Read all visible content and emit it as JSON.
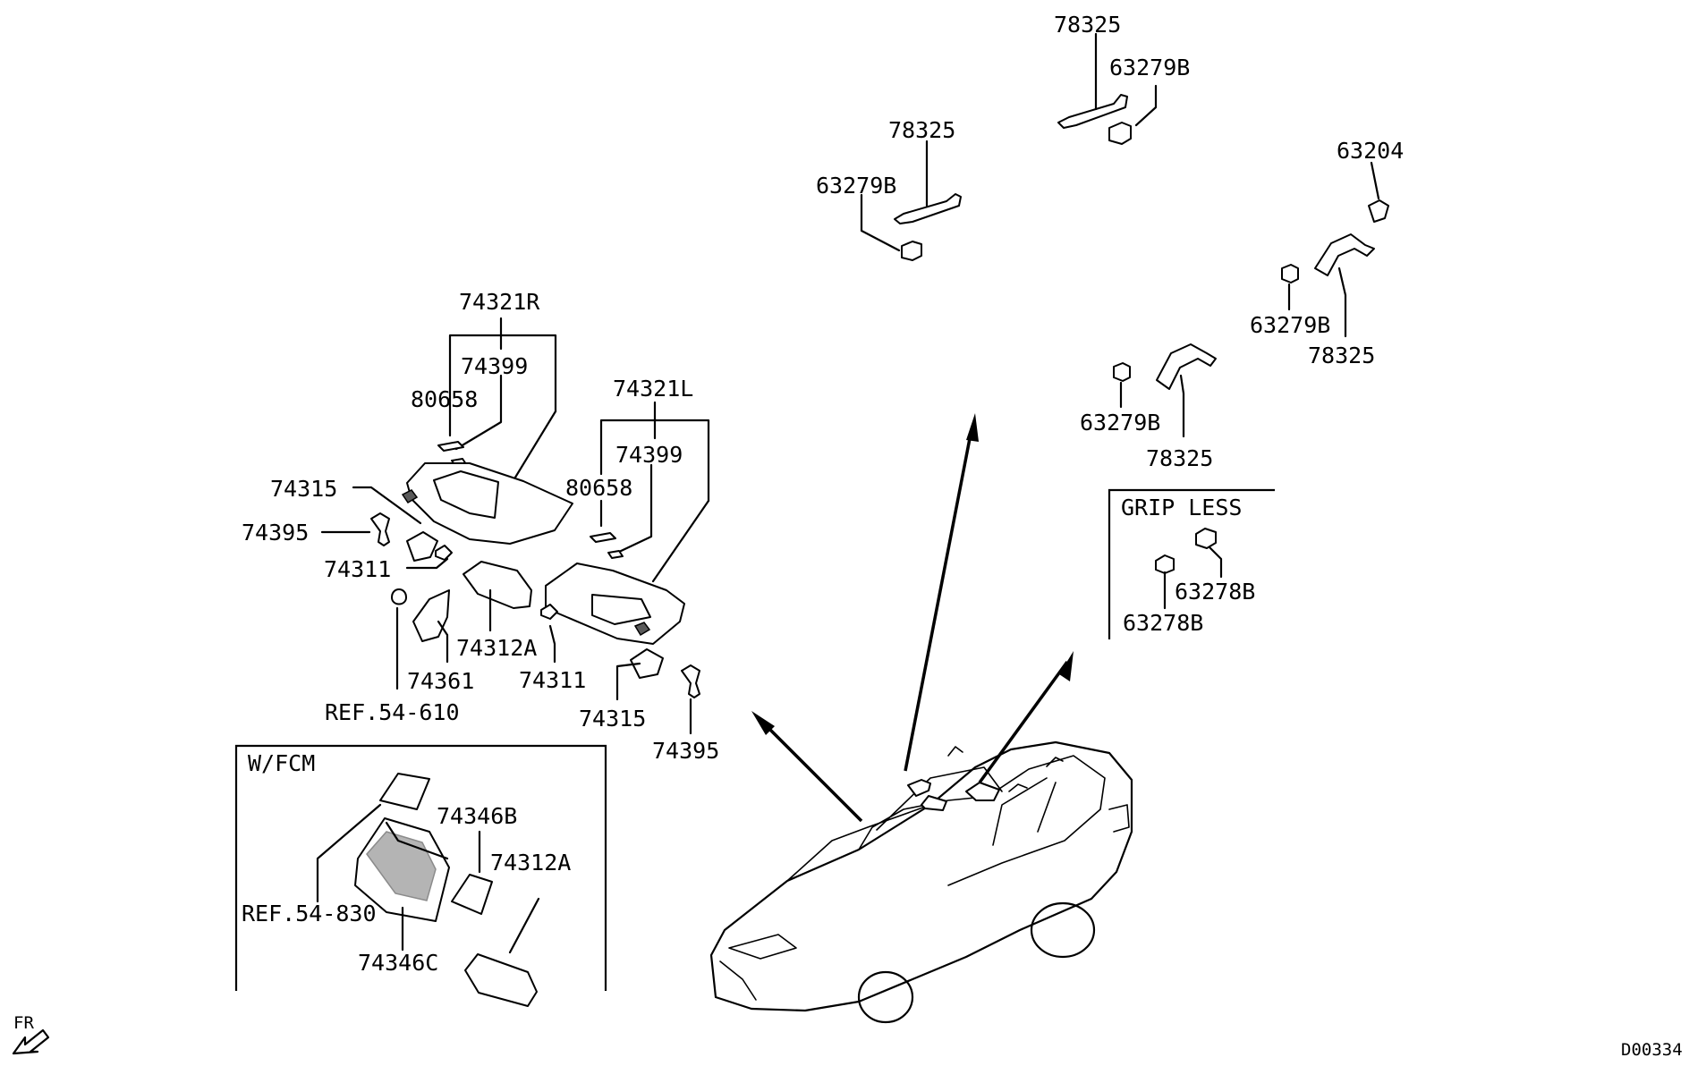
{
  "labels": {
    "p78325_a": "78325",
    "p63279b_a": "63279B",
    "p78325_b": "78325",
    "p63279b_b": "63279B",
    "p63204": "63204",
    "p63279b_c": "63279B",
    "p78325_c": "78325",
    "p63279b_d": "63279B",
    "p78325_d": "78325",
    "p74321r": "74321R",
    "p74399_r": "74399",
    "p80658_r": "80658",
    "p74315_r": "74315",
    "p74395_r": "74395",
    "p74311_r": "74311",
    "p74312a_top": "74312A",
    "p74361": "74361",
    "ref54610": "REF.54-610",
    "p74321l": "74321L",
    "p74399_l": "74399",
    "p80658_l": "80658",
    "p74311_l": "74311",
    "p74315_l": "74315",
    "p74395_l": "74395",
    "grip_less": "GRIP LESS",
    "p63278b_a": "63278B",
    "p63278b_b": "63278B",
    "wfcm": "W/FCM",
    "p74346b": "74346B",
    "p74312a_fcm": "74312A",
    "ref54830": "REF.54-830",
    "p74346c": "74346C",
    "fr": "FR",
    "code": "D00334"
  }
}
